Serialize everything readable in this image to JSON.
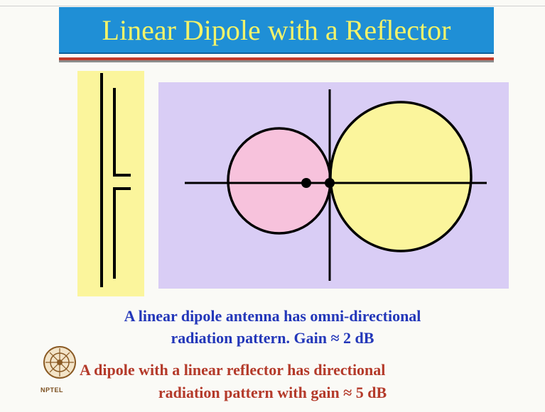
{
  "slide": {
    "title": "Linear Dipole with a Reflector",
    "text_line_1": "A linear dipole antenna has omni-directional",
    "text_line_2": "radiation pattern. Gain ≈ 2 dB",
    "text_line_3": "A dipole with a linear reflector has directional",
    "text_line_4": "radiation pattern with gain ≈ 5 dB",
    "logo_text": "NPTEL"
  },
  "colors": {
    "title_bg": "#1f8fd6",
    "title_text": "#f2f36a",
    "antenna_panel": "#fbf59c",
    "pattern_panel": "#d9cdf5",
    "back_lobe": "#f7c2dc",
    "front_lobe": "#fbf59c",
    "blue_text": "#2337b9",
    "red_text": "#b43a2a"
  }
}
